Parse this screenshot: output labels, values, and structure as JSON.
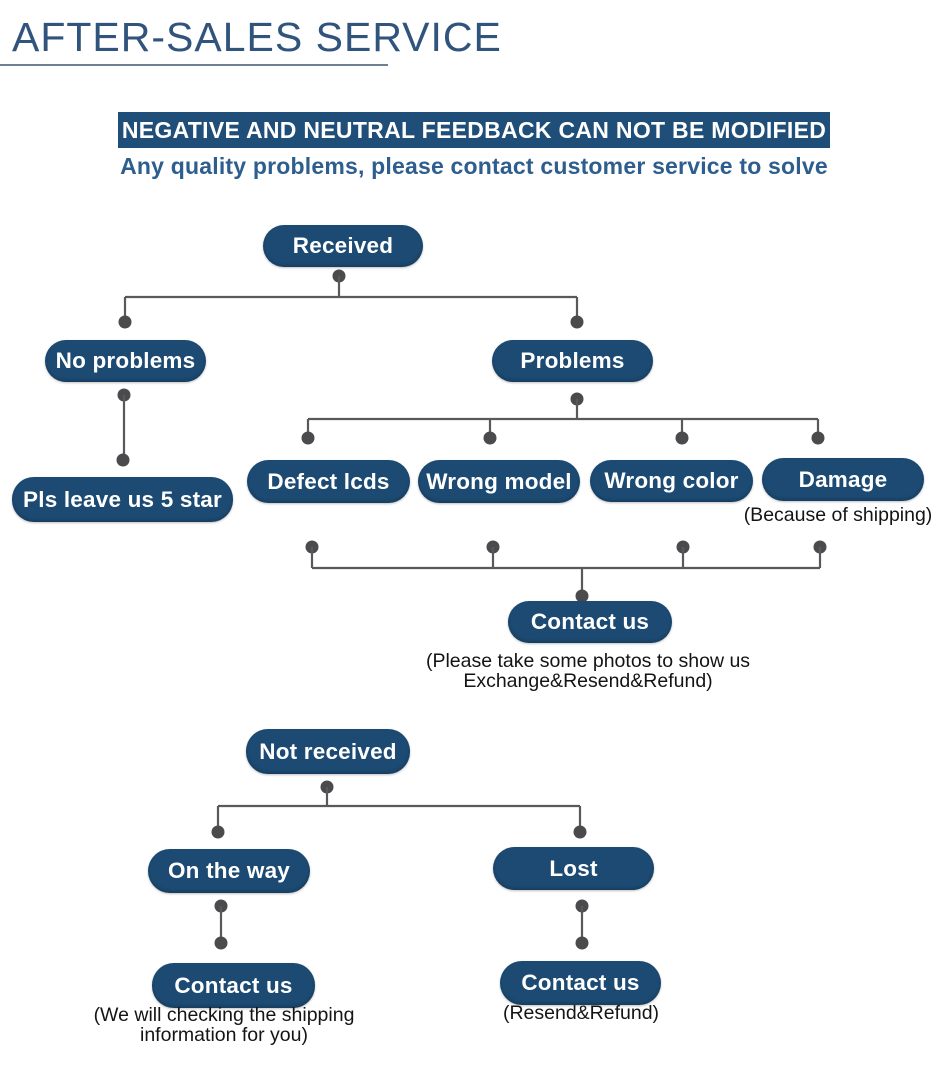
{
  "header": {
    "title": "AFTER-SALES SERVICE"
  },
  "banner": {
    "text": "NEGATIVE AND NEUTRAL FEEDBACK CAN NOT BE MODIFIED"
  },
  "subtitle": "Any quality problems, please contact customer service to solve",
  "colors": {
    "title_color": "#31547D",
    "banner_bg": "#1F4E79",
    "subtitle_color": "#2D5E8E",
    "node_fill": "#1C4A72",
    "connector": "#58595B",
    "dot": "#4B4B4D",
    "caption_color": "#141414"
  },
  "flowchart": {
    "nodes": {
      "received": "Received",
      "no_problems": "No problems",
      "problems": "Problems",
      "five_star": "Pls leave us 5 star",
      "defect": "Defect lcds",
      "wrong_model": "Wrong model",
      "wrong_color": "Wrong color",
      "damage": "Damage",
      "contact_mid": "Contact us",
      "not_received": "Not received",
      "on_the_way": "On the way",
      "lost": "Lost",
      "contact_left": "Contact us",
      "contact_right": "Contact us"
    },
    "captions": {
      "damage_note": "(Because of shipping)",
      "contact_mid_note_line1": "(Please take some photos to show us",
      "contact_mid_note_line2": "Exchange&Resend&Refund)",
      "contact_left_note_line1": "(We will checking the shipping",
      "contact_left_note_line2": "information for you)",
      "contact_right_note": "(Resend&Refund)"
    }
  }
}
